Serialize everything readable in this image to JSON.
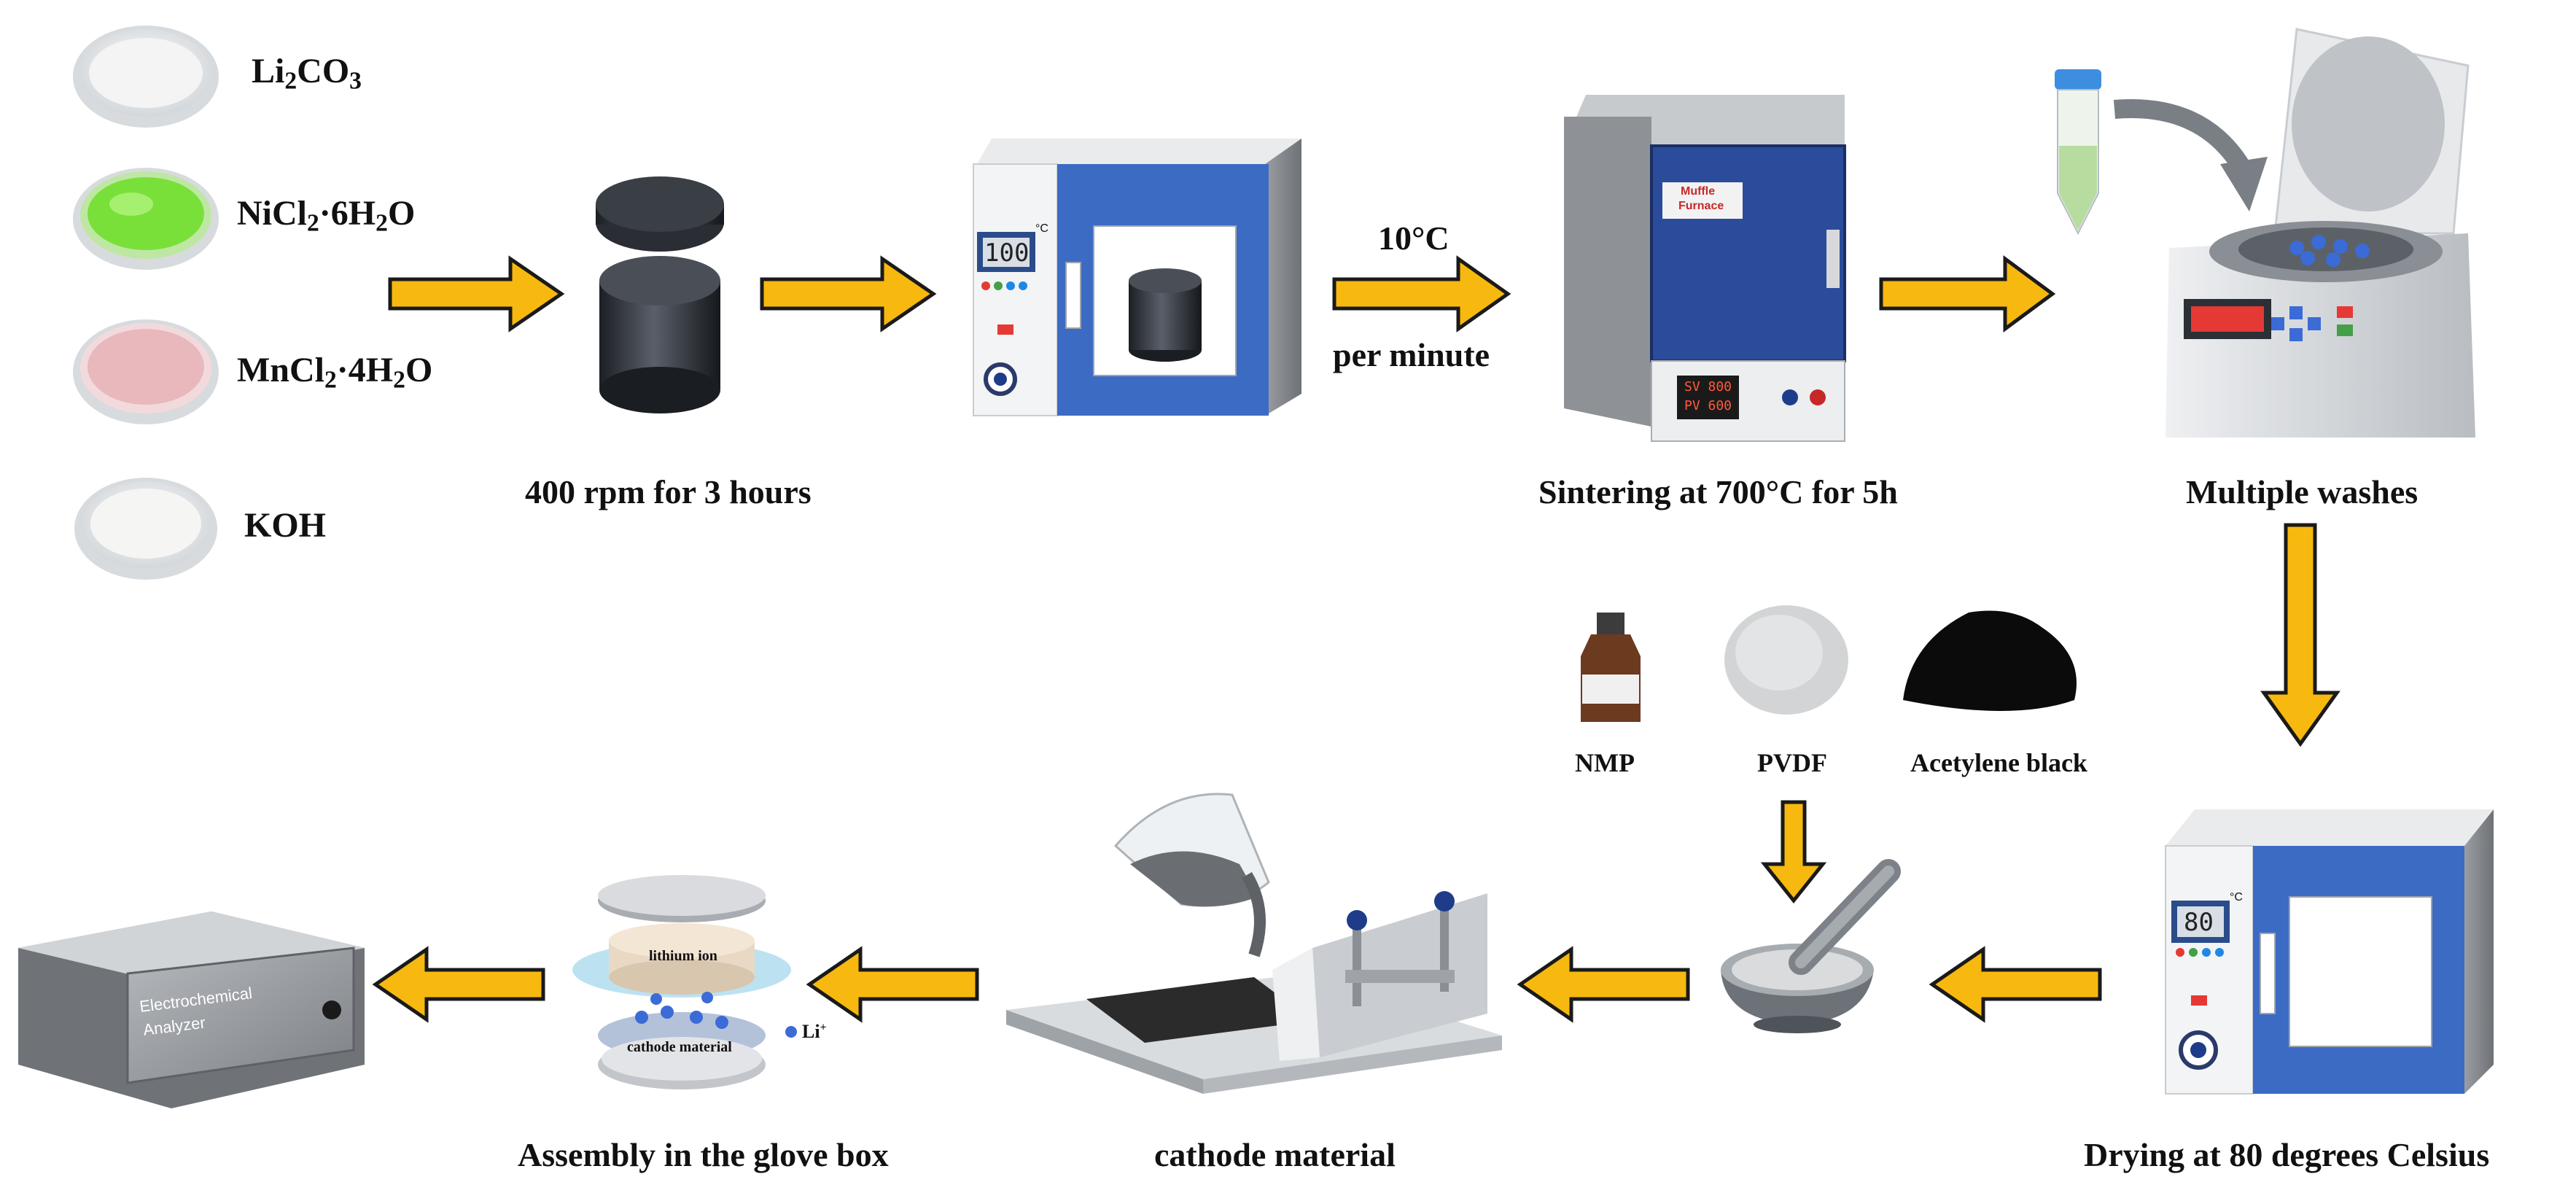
{
  "reagents": [
    {
      "name": "Li2CO3",
      "parts": [
        "Li",
        "2",
        "CO",
        "3",
        ""
      ]
    },
    {
      "name": "NiCl2·6H2O",
      "parts": [
        "NiCl",
        "2",
        "·6H",
        "2",
        "O"
      ]
    },
    {
      "name": "MnCl2·4H2O",
      "parts": [
        "MnCl",
        "2",
        "·4H",
        "2",
        "O"
      ]
    },
    {
      "name": "KOH",
      "parts": [
        "KOH",
        "",
        "",
        "",
        ""
      ]
    }
  ],
  "steps": {
    "ball_mill": "400 rpm for 3 hours",
    "ramp_rate": "10°C",
    "ramp_unit": "per minute",
    "sinter": "Sintering at 700°C for 5h",
    "wash": "Multiple washes",
    "dry": "Drying at 80 degrees Celsius",
    "coating": "cathode material",
    "assembly": "Assembly in the glove box"
  },
  "additives": [
    "NMP",
    "PVDF",
    "Acetylene black"
  ],
  "oven1_display": "100",
  "oven2_display": "80",
  "oven_unit": "°C",
  "furnace_label_line1": "Muffle",
  "furnace_label_line2": "Furnace",
  "furnace_sv": "SV 800",
  "furnace_pv": "PV 600",
  "cell_layer_top": "lithium ion",
  "cell_layer_bottom": "cathode material",
  "li_ion_label": "Li",
  "li_ion_charge": "+",
  "analyzer_line1": "Electrochemical",
  "analyzer_line2": "Analyzer",
  "colors": {
    "arrow": "#f7b90f",
    "oven_door": "#3c6bc4",
    "powder_ni": "#79e03a",
    "powder_mn": "#e8b8bd"
  }
}
